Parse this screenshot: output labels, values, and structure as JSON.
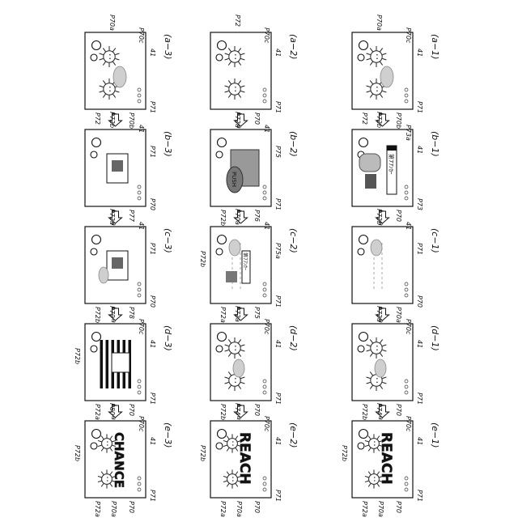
{
  "rows": [
    {
      "panels": [
        {
          "id": "(a−1)",
          "labels": [
            "P70c",
            "41",
            "P71",
            "P70b",
            "P70",
            "P70a",
            "P72"
          ],
          "content": "mascot",
          "caption": ""
        },
        {
          "id": "(b−1)",
          "labels": [
            "P73a",
            "41",
            "P73",
            "P70",
            "P72a",
            "P72b"
          ],
          "content": "character",
          "caption": "第7ｱﾝｶｰ"
        },
        {
          "id": "(c−1)",
          "labels": [
            "41",
            "P71",
            "P70",
            "P70a",
            "P72a",
            "P72b"
          ],
          "content": "fade",
          "caption": ""
        },
        {
          "id": "(d−1)",
          "labels": [
            "P70c",
            "41",
            "P71",
            "P70",
            "P70a",
            "P72a",
            "P72b"
          ],
          "content": "mascot",
          "caption": ""
        },
        {
          "id": "(e−1)",
          "labels": [
            "P70c",
            "41",
            "P71",
            "P70",
            "P70a",
            "P74",
            "P72a",
            "P72b"
          ],
          "content": "reach",
          "caption": "REACH"
        }
      ]
    },
    {
      "panels": [
        {
          "id": "(a−2)",
          "labels": [
            "P70c",
            "41",
            "P71",
            "P70",
            "P70a",
            "P72"
          ],
          "content": "mascot",
          "caption": ""
        },
        {
          "id": "(b−2)",
          "labels": [
            "41",
            "P75",
            "P71",
            "P76",
            "P70",
            "P72a",
            "P72b"
          ],
          "content": "push",
          "caption": "PUSH"
        },
        {
          "id": "(c−2)",
          "labels": [
            "41",
            "P75a",
            "P71",
            "P75",
            "P70",
            "P70a",
            "P72a",
            "P72b"
          ],
          "content": "fade",
          "caption": "第7ｱﾝｶｰ"
        },
        {
          "id": "(d−2)",
          "labels": [
            "P70c",
            "41",
            "P71",
            "P70",
            "P70a",
            "P72a",
            "P72b"
          ],
          "content": "mascot",
          "caption": ""
        },
        {
          "id": "(e−2)",
          "labels": [
            "P70c",
            "41",
            "P71",
            "P70",
            "P70a",
            "P74",
            "P72a",
            "P72b"
          ],
          "content": "reach",
          "caption": "REACH"
        }
      ]
    },
    {
      "panels": [
        {
          "id": "(a−3)",
          "labels": [
            "P70c",
            "41",
            "P71",
            "P70b",
            "P70",
            "P70a",
            "P72"
          ],
          "content": "mascot",
          "caption": ""
        },
        {
          "id": "(b−3)",
          "labels": [
            "41",
            "P71",
            "P70",
            "P77",
            "P72a",
            "P72b"
          ],
          "content": "monitor",
          "caption": ""
        },
        {
          "id": "(c−3)",
          "labels": [
            "41",
            "P71",
            "P70",
            "P78",
            "P70a",
            "P72a",
            "P72b"
          ],
          "content": "box",
          "caption": ""
        },
        {
          "id": "(d−3)",
          "labels": [
            "P70c",
            "41",
            "P71",
            "P70",
            "P70a",
            "P79",
            "P72a",
            "P72b"
          ],
          "content": "flag",
          "caption": ""
        },
        {
          "id": "(e−3)",
          "labels": [
            "P70c",
            "41",
            "P71",
            "P70",
            "P70a",
            "P80",
            "P72a",
            "P72b"
          ],
          "content": "chance",
          "caption": "CHANCE"
        }
      ]
    }
  ]
}
